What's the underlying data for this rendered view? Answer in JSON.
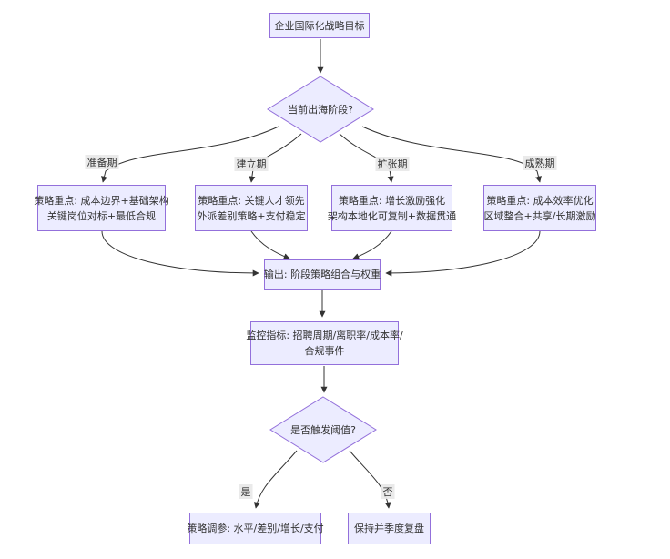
{
  "flowchart": {
    "nodes": {
      "goal": "企业国际化战略目标",
      "stage_decision": "当前出海阶段?",
      "output": "输出: 阶段策略组合与权重",
      "monitor": {
        "line1": "监控指标: 招聘周期/离职率/成本率/",
        "line2": "合规事件"
      },
      "threshold_decision": "是否触发阈值?",
      "adjust": "策略调参: 水平/差别/增长/支付",
      "keep": "保持并季度复盘"
    },
    "branches": [
      {
        "label": "准备期",
        "line1": "策略重点: 成本边界+基础架构",
        "line2": "关键岗位对标+最低合规"
      },
      {
        "label": "建立期",
        "line1": "策略重点: 关键人才领先",
        "line2": "外派差别策略+支付稳定"
      },
      {
        "label": "扩张期",
        "line1": "策略重点: 增长激励强化",
        "line2": "架构本地化可复制+数据贯通"
      },
      {
        "label": "成熟期",
        "line1": "策略重点: 成本效率优化",
        "line2": "区域整合+共享/长期激励"
      }
    ],
    "edge_labels": {
      "yes": "是",
      "no": "否"
    },
    "colors": {
      "node_fill": "#ECECFF",
      "node_border": "#9370DB",
      "edge": "#333333",
      "edge_label_bg": "#e8e8e8",
      "text": "#333333"
    }
  }
}
